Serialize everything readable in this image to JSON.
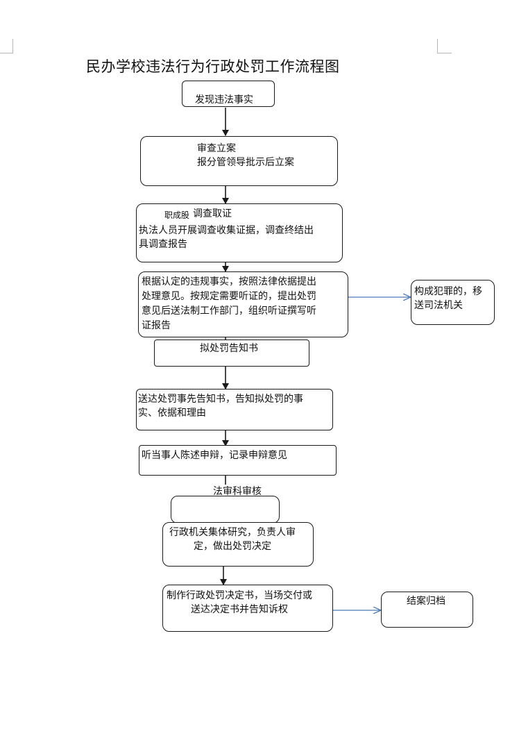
{
  "title": "民办学校违法行为行政处罚工作流程图",
  "nodes": {
    "discover": "发现违法事实",
    "register_heading": "审查立案",
    "register_body": "报分管领导批示后立案",
    "investigate_label": "职成股",
    "investigate_heading": "调查取证",
    "investigate_body": "执法人员开展调查收集证据，调查终结出\n具调查报告",
    "propose": "根据认定的违规事实，按照法律依据提出\n处理意见。按规定需要听证的，提出处罚\n意见后送法制工作部门，组织听证撰写听\n证报告",
    "criminal": "构成犯罪的，移\n送司法机关",
    "draft_notice": "拟处罚告知书",
    "deliver_notice": "送达处罚事先告知书，告知拟处罚的事\n实、依据和理由",
    "hearing": "听当事人陈述申辩，记录申辩意见",
    "legal_review": "法审科审核",
    "collective": "行政机关集体研究，负责人审\n定，做出处罚决定",
    "decision": "制作行政处罚决定书，当场交付或\n送达决定书并告知诉权",
    "archive": "结案归档"
  },
  "colors": {
    "line": "#1a1a1a",
    "side_arrow": "#4a7bb7"
  }
}
